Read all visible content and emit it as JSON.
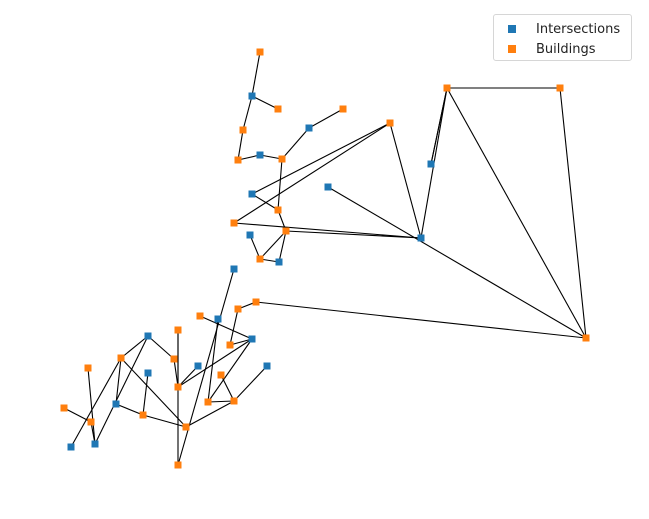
{
  "legend": {
    "intersections_label": "Intersections",
    "buildings_label": "Buildings"
  },
  "colors": {
    "intersections": "#1f77b4",
    "buildings": "#ff7f0e",
    "edge": "#000000"
  },
  "nodes": [
    {
      "id": "b1",
      "kind": "building"
    },
    {
      "id": "i1",
      "kind": "intersection"
    },
    {
      "id": "b2",
      "kind": "building"
    },
    {
      "id": "b3",
      "kind": "building"
    },
    {
      "id": "b4",
      "kind": "building"
    },
    {
      "id": "i2",
      "kind": "intersection"
    },
    {
      "id": "b5",
      "kind": "building"
    },
    {
      "id": "i3",
      "kind": "intersection"
    },
    {
      "id": "b6",
      "kind": "building"
    },
    {
      "id": "b7",
      "kind": "building"
    },
    {
      "id": "b8",
      "kind": "building"
    },
    {
      "id": "i4",
      "kind": "intersection"
    },
    {
      "id": "b9",
      "kind": "building"
    },
    {
      "id": "i5",
      "kind": "intersection"
    },
    {
      "id": "b10",
      "kind": "building"
    },
    {
      "id": "i6",
      "kind": "intersection"
    },
    {
      "id": "i7",
      "kind": "intersection"
    },
    {
      "id": "b11",
      "kind": "building"
    },
    {
      "id": "b12",
      "kind": "building"
    },
    {
      "id": "b13",
      "kind": "building"
    },
    {
      "id": "i8",
      "kind": "intersection"
    },
    {
      "id": "b14",
      "kind": "building"
    },
    {
      "id": "i9",
      "kind": "intersection"
    },
    {
      "id": "b15",
      "kind": "building"
    },
    {
      "id": "b16",
      "kind": "building"
    },
    {
      "id": "i10",
      "kind": "intersection"
    },
    {
      "id": "i11",
      "kind": "intersection"
    },
    {
      "id": "b17",
      "kind": "building"
    },
    {
      "id": "b18",
      "kind": "building"
    },
    {
      "id": "b19",
      "kind": "building"
    },
    {
      "id": "i12",
      "kind": "intersection"
    },
    {
      "id": "i13",
      "kind": "intersection"
    },
    {
      "id": "i14",
      "kind": "intersection"
    },
    {
      "id": "i15",
      "kind": "intersection"
    },
    {
      "id": "b20",
      "kind": "building"
    },
    {
      "id": "b21",
      "kind": "building"
    },
    {
      "id": "b22",
      "kind": "building"
    },
    {
      "id": "b23",
      "kind": "building"
    },
    {
      "id": "b24",
      "kind": "building"
    },
    {
      "id": "b25",
      "kind": "building"
    },
    {
      "id": "i16",
      "kind": "intersection"
    },
    {
      "id": "b26",
      "kind": "building"
    },
    {
      "id": "i17",
      "kind": "intersection"
    },
    {
      "id": "b27",
      "kind": "building"
    },
    {
      "id": "i18",
      "kind": "intersection"
    },
    {
      "id": "b28",
      "kind": "building"
    },
    {
      "id": "b29",
      "kind": "building"
    },
    {
      "id": "b30",
      "kind": "building"
    },
    {
      "id": "i19",
      "kind": "intersection"
    },
    {
      "id": "i20",
      "kind": "intersection"
    },
    {
      "id": "b31",
      "kind": "building"
    },
    {
      "id": "b32",
      "kind": "building"
    }
  ],
  "edges": [
    [
      "b1",
      "i1"
    ],
    [
      "i1",
      "b2"
    ],
    [
      "i1",
      "b3"
    ],
    [
      "b3",
      "b4"
    ],
    [
      "b4",
      "i2"
    ],
    [
      "i2",
      "b5"
    ],
    [
      "b5",
      "i3"
    ],
    [
      "i3",
      "b6"
    ],
    [
      "b5",
      "b7"
    ],
    [
      "b7",
      "b8"
    ],
    [
      "b8",
      "b9"
    ],
    [
      "b9",
      "i4"
    ],
    [
      "i4",
      "b8"
    ],
    [
      "b8",
      "i6"
    ],
    [
      "i5",
      "b9"
    ],
    [
      "b10",
      "i6"
    ],
    [
      "i6",
      "b11"
    ],
    [
      "i6",
      "b12"
    ],
    [
      "b12",
      "b13"
    ],
    [
      "b13",
      "i8"
    ],
    [
      "b12",
      "i8"
    ],
    [
      "i8",
      "b14"
    ],
    [
      "b14",
      "i9"
    ],
    [
      "b14",
      "b16"
    ],
    [
      "i10",
      "b11"
    ],
    [
      "b16",
      "b17"
    ],
    [
      "b17",
      "b18"
    ],
    [
      "b18",
      "i11"
    ],
    [
      "i11",
      "b19"
    ],
    [
      "i11",
      "b20"
    ],
    [
      "i11",
      "b21"
    ],
    [
      "b21",
      "i12"
    ],
    [
      "b21",
      "b22"
    ],
    [
      "b22",
      "i13"
    ],
    [
      "b22",
      "b23"
    ],
    [
      "b22",
      "b24"
    ],
    [
      "b24",
      "b25"
    ],
    [
      "b25",
      "i14"
    ],
    [
      "b25",
      "i15"
    ],
    [
      "i15",
      "b26"
    ],
    [
      "b26",
      "i17"
    ],
    [
      "i17",
      "b27"
    ],
    [
      "i17",
      "i16"
    ],
    [
      "i16",
      "b28"
    ],
    [
      "i16",
      "b29"
    ],
    [
      "b29",
      "b30"
    ],
    [
      "i18",
      "b26"
    ],
    [
      "b26",
      "b24"
    ],
    [
      "i19",
      "b20"
    ],
    [
      "b20",
      "b27"
    ],
    [
      "b20",
      "b31"
    ],
    [
      "b31",
      "b32"
    ],
    [
      "i20",
      "b32"
    ],
    [
      "b7",
      "i10"
    ],
    [
      "b12",
      "i7"
    ],
    [
      "i7",
      "b15"
    ],
    [
      "b11",
      "b10"
    ]
  ]
}
